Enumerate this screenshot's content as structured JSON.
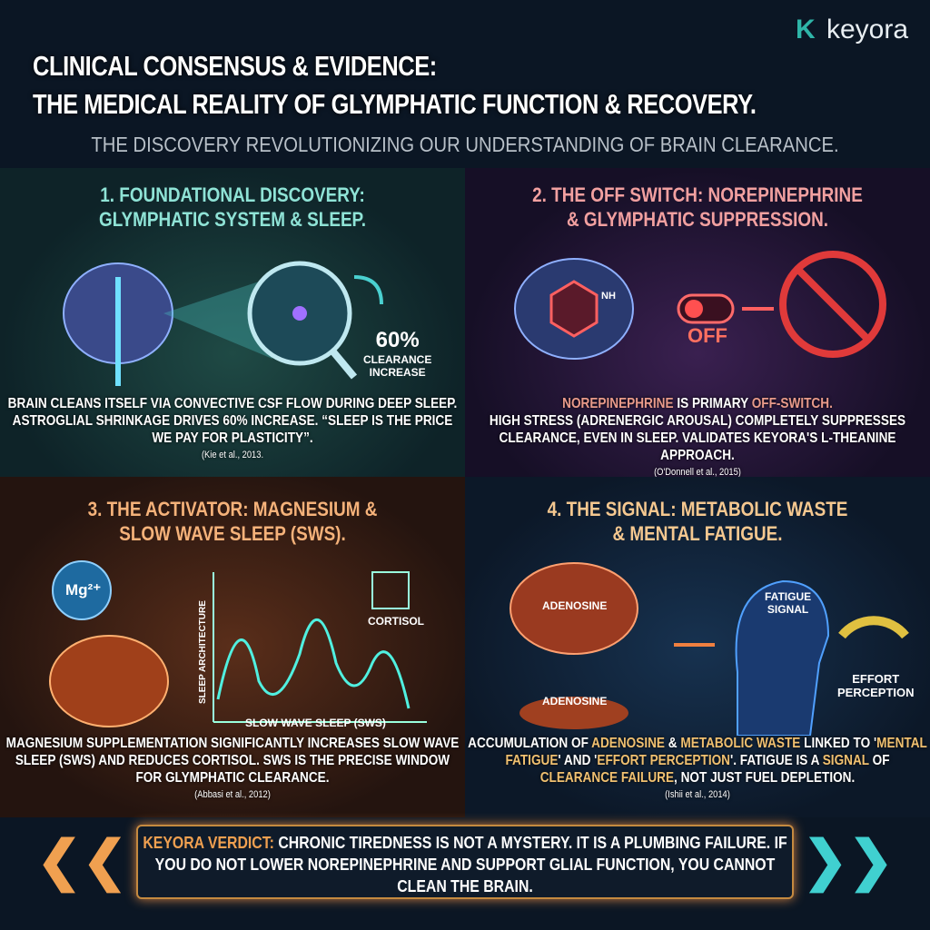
{
  "brand": {
    "name": "keyora",
    "icon": "k-logo-icon",
    "color": "#2fb5a8"
  },
  "header": {
    "title_line1": "Clinical Consensus & Evidence:",
    "title_line2": "The Medical Reality of Glymphatic Function & Recovery.",
    "subtitle": "The discovery revolutionizing our understanding of brain clearance."
  },
  "sections": [
    {
      "heading_line1": "1. Foundational Discovery:",
      "heading_line2": "Glymphatic System & Sleep.",
      "stat": "60%",
      "stat_label_1": "Clearance",
      "stat_label_2": "Increase",
      "body": "Brain cleans itself via convective CSF flow during deep sleep. Astroglial shrinkage drives 60% increase. “Sleep is the price we pay for plasticity”.",
      "citation": "(Kie et al., 2013.",
      "color": "#8fe3d6"
    },
    {
      "heading_line1": "2. The Off Switch: Norepinephrine",
      "heading_line2": "& Glymphatic Suppression.",
      "molecule_label": "NH",
      "switch_label": "OFF",
      "body_hl1": "Norepinephrine",
      "body_mid": " is primary ",
      "body_hl2": "off-switch.",
      "body_rest": "High stress (adrenergic arousal) completely suppresses clearance, even in sleep. Validates Keyora's L-Theanine approach.",
      "citation": "(O'Donnell et al., 2015)",
      "color": "#f2a0a0"
    },
    {
      "heading_line1": "3. The Activator: Magnesium &",
      "heading_line2": "Slow Wave Sleep (SWS).",
      "mg_label": "Mg²⁺",
      "y_axis": "Sleep Architecture",
      "x_axis": "Slow Wave Sleep (SWS)",
      "cortisol_label": "Cortisol",
      "body": "Magnesium supplementation significantly increases slow wave sleep (SWS) and reduces cortisol. SWS is the precise window for glymphatic clearance.",
      "citation": "(Abbasi et al., 2012)",
      "color": "#f5b27a"
    },
    {
      "heading_line1": "4. The Signal: Metabolic Waste",
      "heading_line2": "& Mental Fatigue.",
      "adenosine_1": "Adenosine",
      "adenosine_2": "Adenosine",
      "fatigue_1": "Fatigue",
      "fatigue_2": "Signal",
      "effort_1": "Effort",
      "effort_2": "Perception",
      "body_parts": [
        "Accumulation of ",
        "Adenosine",
        " & ",
        "Metabolic Waste",
        " linked to '",
        "Mental Fatigue",
        "' and '",
        "Effort Perception",
        "'. Fatigue is a ",
        "Signal",
        " of ",
        "Clearance Failure",
        ", not just fuel depletion."
      ],
      "citation": "(Ishii et al., 2014)",
      "color": "#f5c890"
    }
  ],
  "verdict": {
    "label": "Keyora Verdict:",
    "text": "Chronic tiredness is not a mystery. It is a plumbing failure. If you do not lower norepinephrine and support glial function, you cannot clean the brain.",
    "accent": "#f0a050"
  }
}
